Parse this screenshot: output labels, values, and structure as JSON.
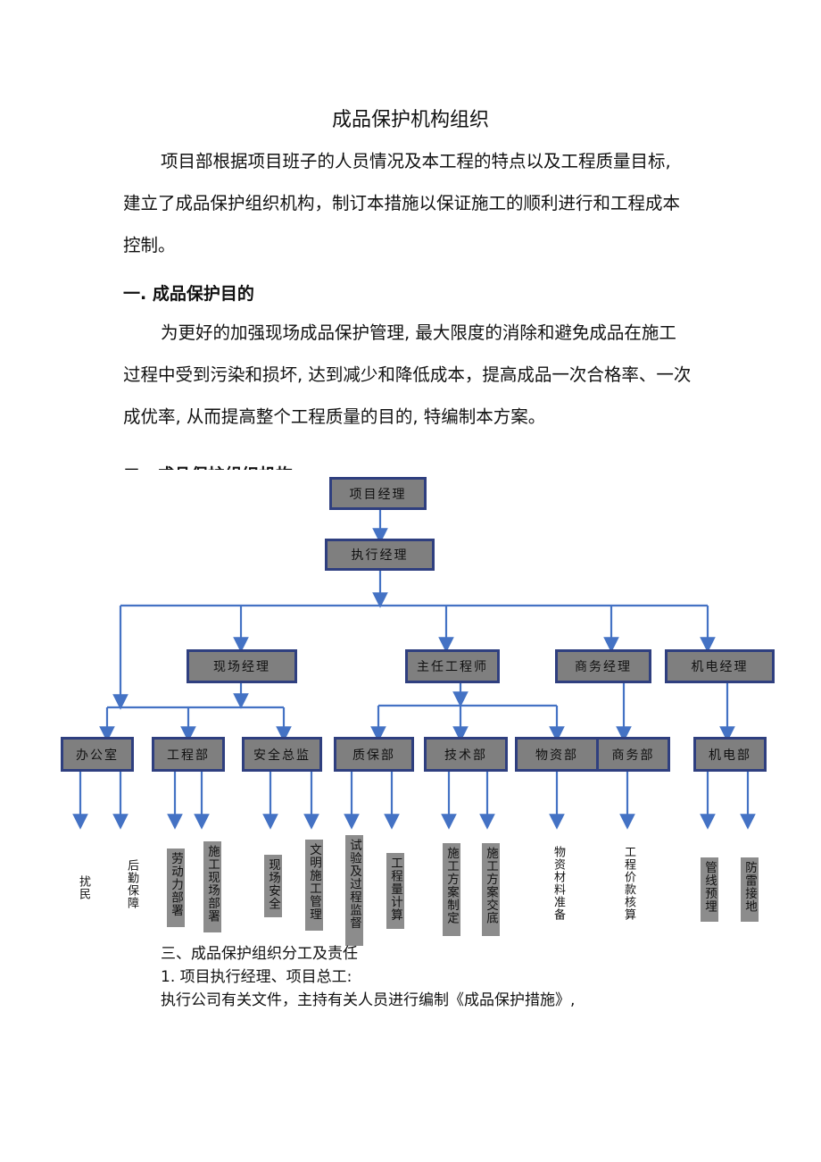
{
  "doc": {
    "title": "成品保护机构组织",
    "intro_lines": [
      "项目部根据项目班子的人员情况及本工程的特点以及工程质量目标,",
      "建立了成品保护组织机构，制订本措施以保证施工的顺利进行和工程成本",
      "控制。"
    ],
    "section1_heading": "一. 成品保护目的",
    "section1_lines": [
      "为更好的加强现场成品保护管理, 最大限度的消除和避免成品在施工",
      "过程中受到污染和损坏, 达到减少和降低成本，提高成品一次合格率、一次",
      "成优率, 从而提高整个工程质量的目的, 特编制本方案。"
    ],
    "section2_heading_partial": "二、成品保护组织机构"
  },
  "org": {
    "top": "项目经理",
    "exec": "执行经理",
    "managers": [
      "现场经理",
      "主任工程师",
      "商务经理",
      "机电经理"
    ],
    "departments": [
      "办公室",
      "工程部",
      "安全总监",
      "质保部",
      "技术部",
      "物资部",
      "商务部",
      "机电部"
    ],
    "duties": [
      "扰民",
      "后勤保障",
      "劳动力部署",
      "施工现场部署",
      "现场安全",
      "文明施工管理",
      "试验及过程监督",
      "工程量计算",
      "施工方案制定",
      "施工方案交底",
      "物资材料准备",
      "工程价款核算",
      "管线预埋",
      "防雷接地"
    ],
    "colors": {
      "box_fill": "#7f7f7f",
      "box_border": "#2f3f7f",
      "line": "#4472c4"
    }
  },
  "after": {
    "section3_heading": "三、成品保护组织分工及责任",
    "item1": "1. 项目执行经理、项目总工:",
    "item1_text": "执行公司有关文件，主持有关人员进行编制《成品保护措施》,"
  }
}
